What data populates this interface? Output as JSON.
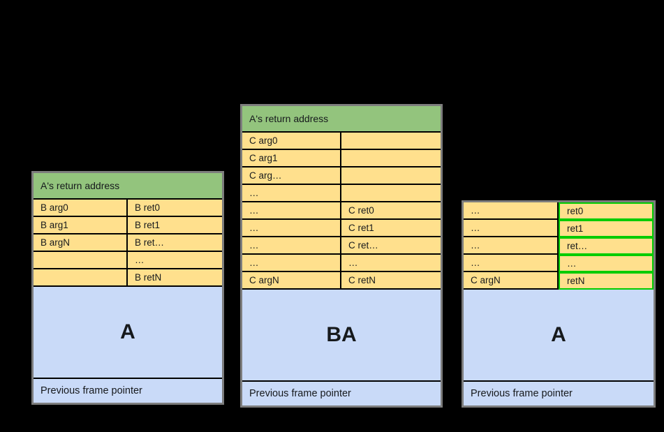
{
  "colors": {
    "background": "#000000",
    "frame_border": "#7d7d7d",
    "grid_line": "#000000",
    "header_green": "#93c47d",
    "cell_yellow": "#ffe08d",
    "body_blue": "#c9daf8",
    "highlight_green": "#00cc00",
    "text": "#16191c"
  },
  "frames": [
    {
      "name": "left-stack-frame",
      "header": "A's return address",
      "rows": [
        [
          "B arg0",
          "B ret0"
        ],
        [
          "B arg1",
          "B ret1"
        ],
        [
          "B argN",
          "B ret…"
        ],
        [
          "",
          "…"
        ],
        [
          "",
          "B retN"
        ]
      ],
      "body_label": "A",
      "footer": "Previous frame pointer"
    },
    {
      "name": "middle-stack-frame",
      "header": "A's return address",
      "rows": [
        [
          "C arg0",
          ""
        ],
        [
          "C arg1",
          ""
        ],
        [
          "C arg…",
          ""
        ],
        [
          "…",
          ""
        ],
        [
          "…",
          "C ret0"
        ],
        [
          "…",
          "C ret1"
        ],
        [
          "…",
          "C ret…"
        ],
        [
          "…",
          "…"
        ],
        [
          "C argN",
          "C retN"
        ]
      ],
      "body_label": "BA",
      "footer": "Previous frame pointer"
    },
    {
      "name": "right-stack-frame",
      "header": null,
      "rows": [
        [
          "…",
          "ret0"
        ],
        [
          "…",
          "ret1"
        ],
        [
          "…",
          "ret…"
        ],
        [
          "…",
          "…"
        ],
        [
          "C argN",
          "retN"
        ]
      ],
      "body_label": "A",
      "footer": "Previous frame pointer"
    }
  ]
}
